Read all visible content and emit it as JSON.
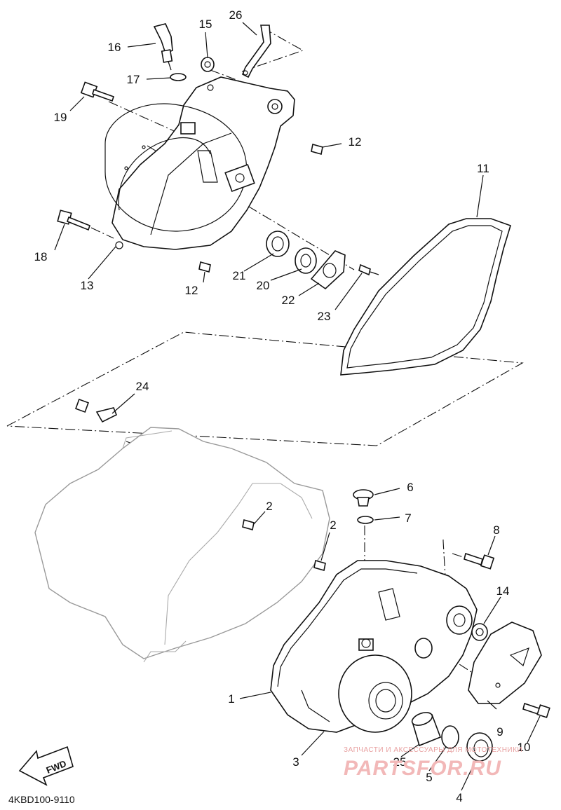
{
  "labels": {
    "l1": "1",
    "l2a": "2",
    "l2b": "2",
    "l3": "3",
    "l4": "4",
    "l5": "5",
    "l6": "6",
    "l7": "7",
    "l8": "8",
    "l9": "9",
    "l10": "10",
    "l11": "11",
    "l12a": "12",
    "l12b": "12",
    "l13": "13",
    "l14": "14",
    "l15": "15",
    "l16": "16",
    "l17": "17",
    "l18": "18",
    "l19": "19",
    "l20": "20",
    "l21": "21",
    "l22": "22",
    "l23": "23",
    "l24": "24",
    "l25": "25",
    "l26": "26"
  },
  "diagram_code": "4KBD100-9110",
  "fwd_label": "FWD",
  "watermark": {
    "tagline": "ЗАПЧАСТИ И АКСЕССУАРЫ ДЛЯ МОТОТЕХНИКИ",
    "brand": "PARTSFOR.RU"
  },
  "colors": {
    "line": "#111111",
    "background": "#ffffff",
    "watermark": "#f2b8b8"
  }
}
